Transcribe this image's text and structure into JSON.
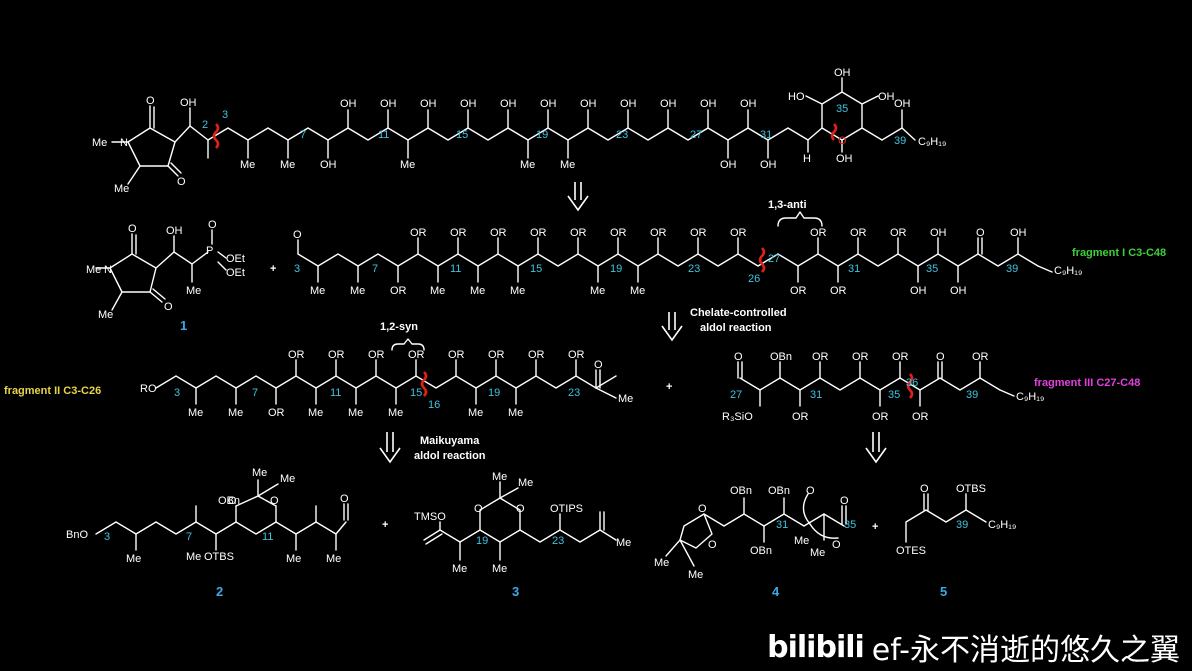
{
  "atoms": {
    "me": "Me",
    "n": "N",
    "o": "O",
    "oh": "OH",
    "h": "H",
    "or": "OR",
    "obn": "OBn",
    "p": "P",
    "oet": "OEt",
    "c9h19": "C₉H₁₉",
    "ro": "RO",
    "bno": "BnO",
    "otbs": "OTBS",
    "tmso": "TMSO",
    "otips": "OTIPS",
    "otes": "OTES",
    "otbs2": "OTBS",
    "r3sio": "R₃SiO"
  },
  "locants": {
    "top": [
      "2",
      "3",
      "7",
      "11",
      "15",
      "19",
      "23",
      "27",
      "31",
      "35",
      "39"
    ],
    "row2": [
      "3",
      "7",
      "11",
      "15",
      "19",
      "23",
      "26",
      "27",
      "31",
      "35",
      "39"
    ],
    "row3a": [
      "3",
      "7",
      "11",
      "15",
      "16",
      "19",
      "23"
    ],
    "row3b": [
      "27",
      "31",
      "35",
      "36",
      "39"
    ],
    "row4": [
      "3",
      "7",
      "11",
      "19",
      "23",
      "31",
      "35",
      "39"
    ]
  },
  "compounds": {
    "c1": "1",
    "c2": "2",
    "c3": "3",
    "c4": "4",
    "c5": "5"
  },
  "labels": {
    "anti": "1,3-anti",
    "syn": "1,2-syn",
    "chelate_l1": "Chelate-controlled",
    "chelate_l2": "aldol reaction",
    "maik_l1": "Maikuyama",
    "maik_l2": "aldol reaction",
    "plus": "+"
  },
  "fragments": {
    "f1": "fragment I C3-C48",
    "f2": "fragment II C3-C26",
    "f3": "fragment III C27-C48"
  },
  "colors": {
    "background": "#000000",
    "bond": "#ffffff",
    "locant": "#3fc3e0",
    "compound_number": "#3ea8e6",
    "fragment_I": "#3ecf3a",
    "fragment_II": "#e8d34a",
    "fragment_III": "#e040e0",
    "disconnection": "#e0201a"
  },
  "watermark": {
    "logo": "bilibili",
    "user": "ef-永不消逝的悠久之翼"
  }
}
